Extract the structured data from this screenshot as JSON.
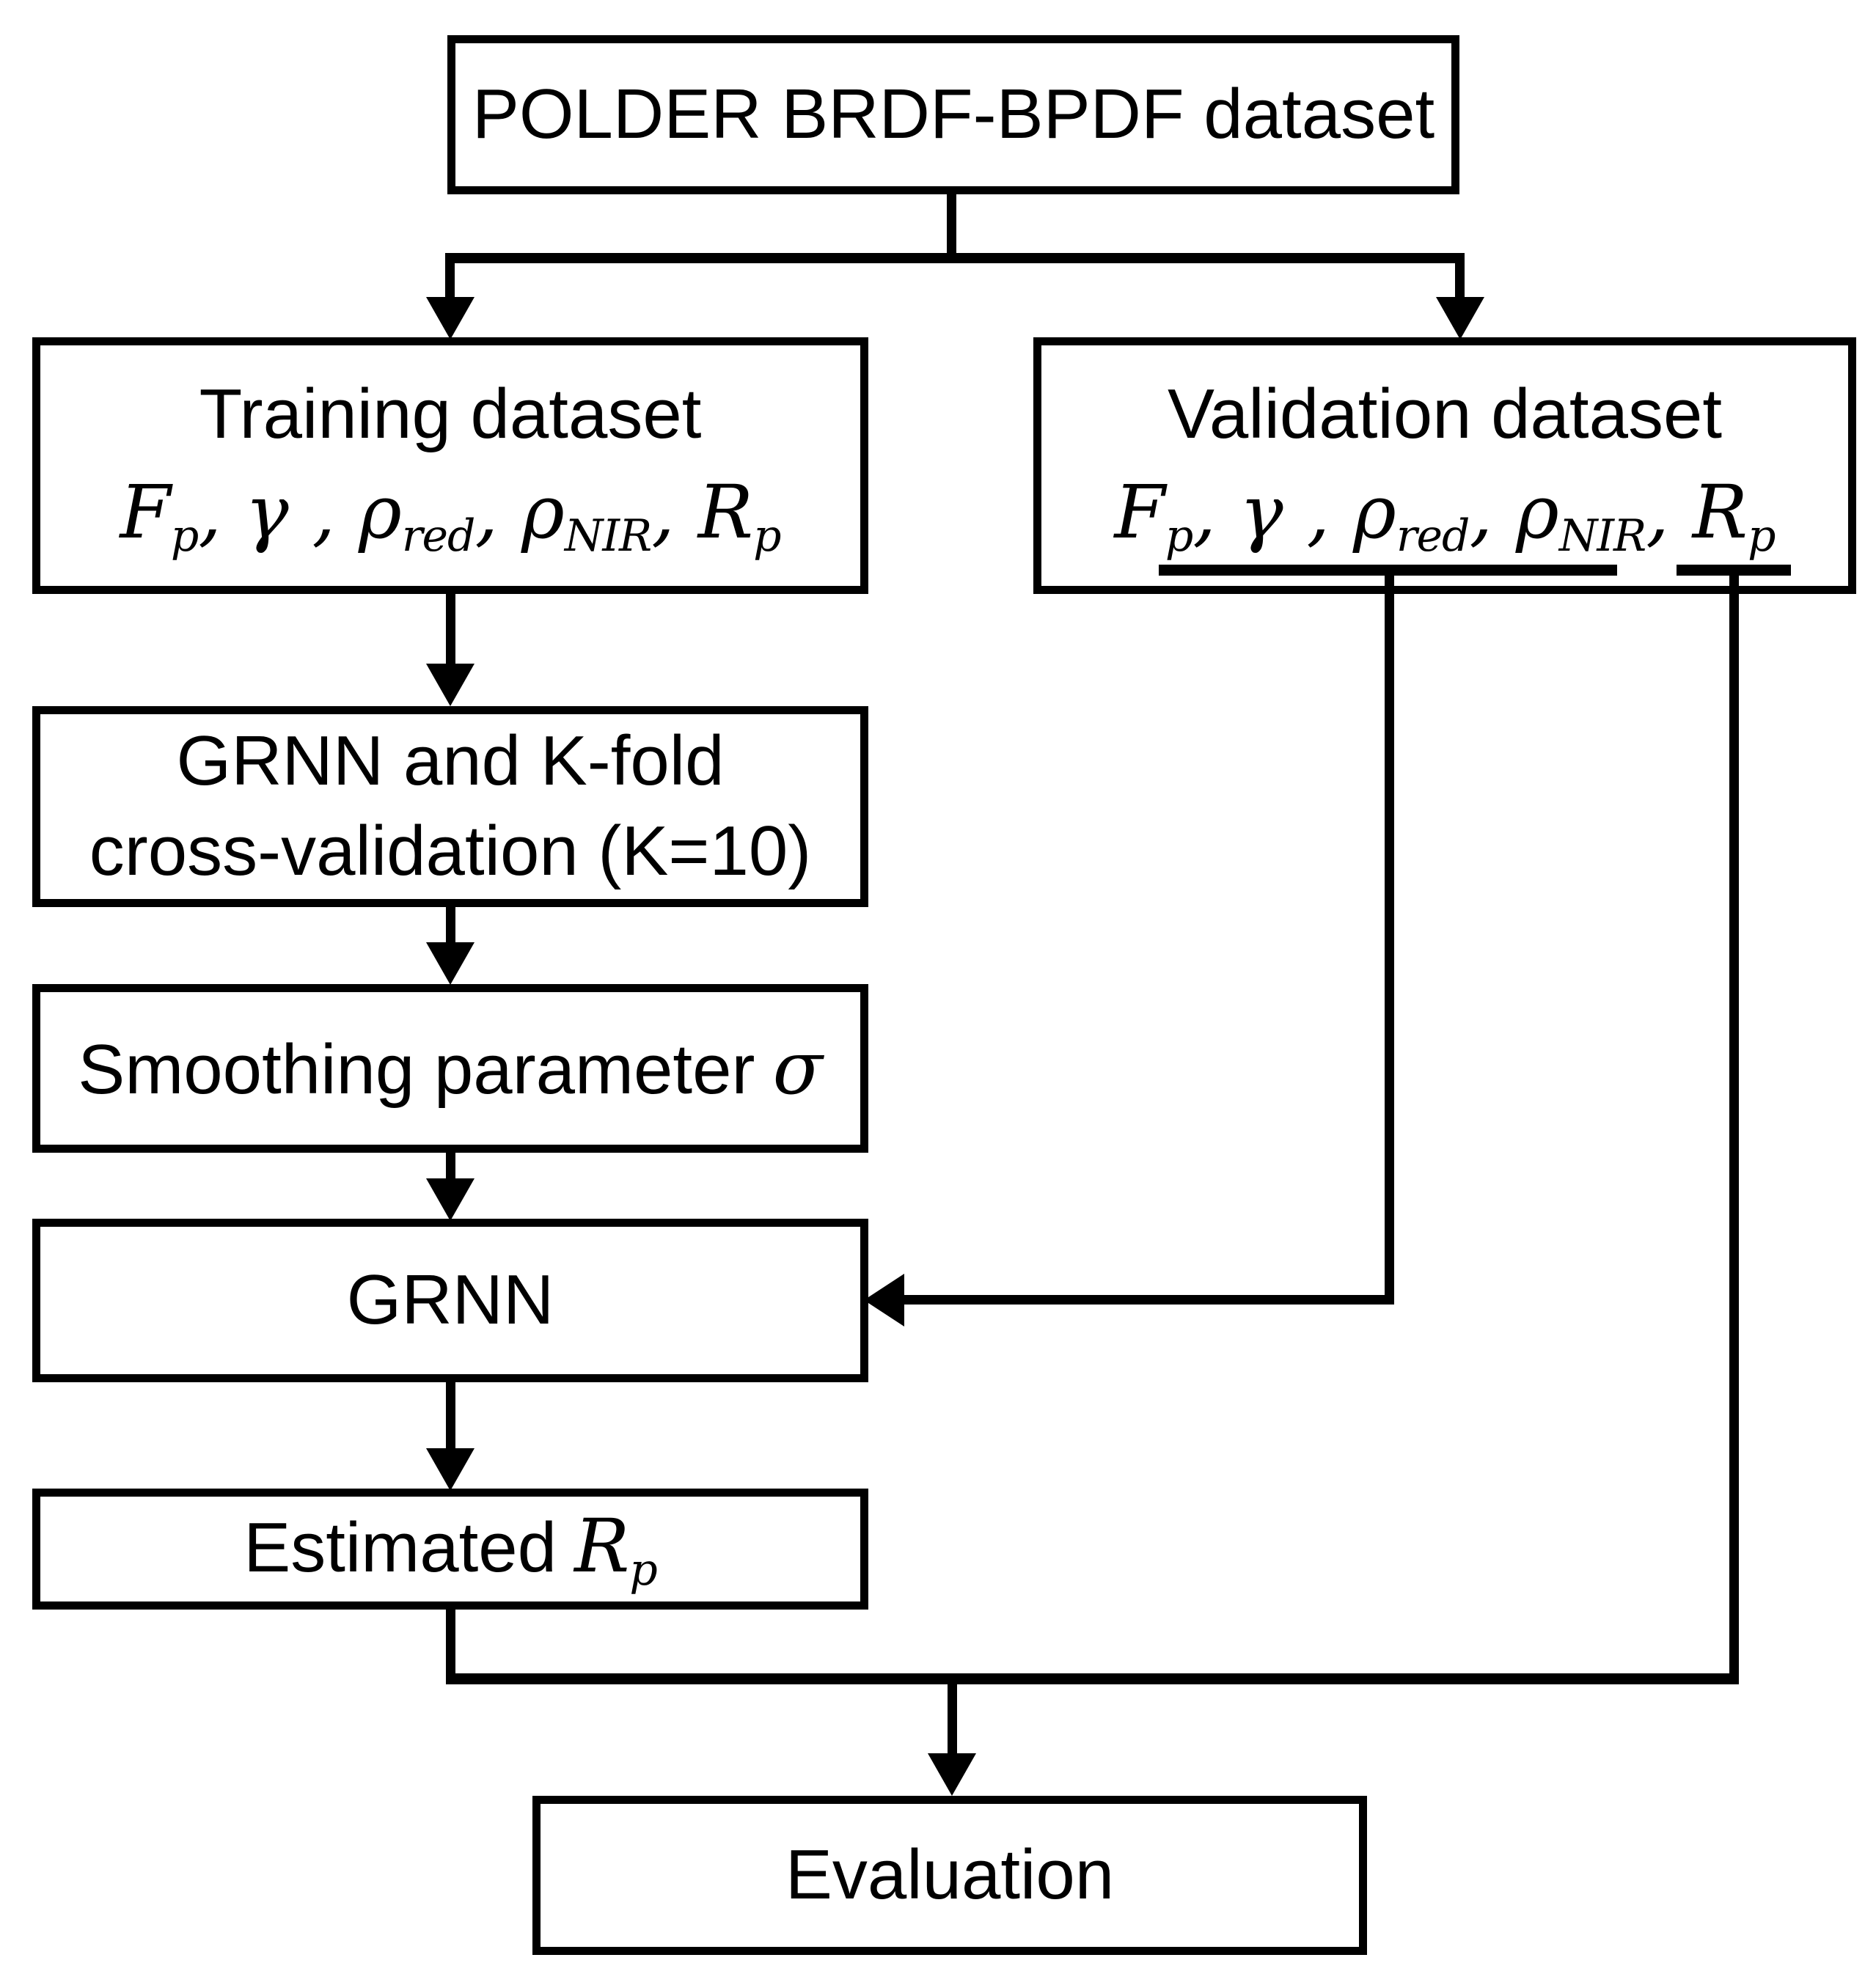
{
  "colors": {
    "line": "#000000",
    "background": "#ffffff"
  },
  "nodes": {
    "polder": {
      "label": "POLDER BRDF-BPDF dataset"
    },
    "training": {
      "title": "Training dataset",
      "variables": [
        {
          "t": "F",
          "sub": "p",
          "tail": ", "
        },
        {
          "t": "γ",
          "tail": " , "
        },
        {
          "t": "ρ",
          "sub": "red",
          "tail": ", "
        },
        {
          "t": "ρ",
          "sub": "NIR",
          "tail": ", "
        },
        {
          "t": "R",
          "sub": "p"
        }
      ]
    },
    "validation": {
      "title": "Validation dataset",
      "variables": [
        {
          "t": "F",
          "sub": "p",
          "tail": ", "
        },
        {
          "t": "γ",
          "tail": " , "
        },
        {
          "t": "ρ",
          "sub": "red",
          "tail": ", "
        },
        {
          "t": "ρ",
          "sub": "NIR",
          "tail": ", "
        },
        {
          "t": "R",
          "sub": "p"
        }
      ]
    },
    "grnn_kfold": {
      "line1": "GRNN and K-fold",
      "line2": "cross-validation (K=10)"
    },
    "smoothing": {
      "label": "Smoothing parameter",
      "symbol": [
        {
          "t": "σ"
        }
      ]
    },
    "grnn": {
      "label": "GRNN"
    },
    "estimated": {
      "label": "Estimated",
      "symbol": [
        {
          "t": "R",
          "sub": "p"
        }
      ]
    },
    "evaluation": {
      "label": "Evaluation"
    }
  }
}
